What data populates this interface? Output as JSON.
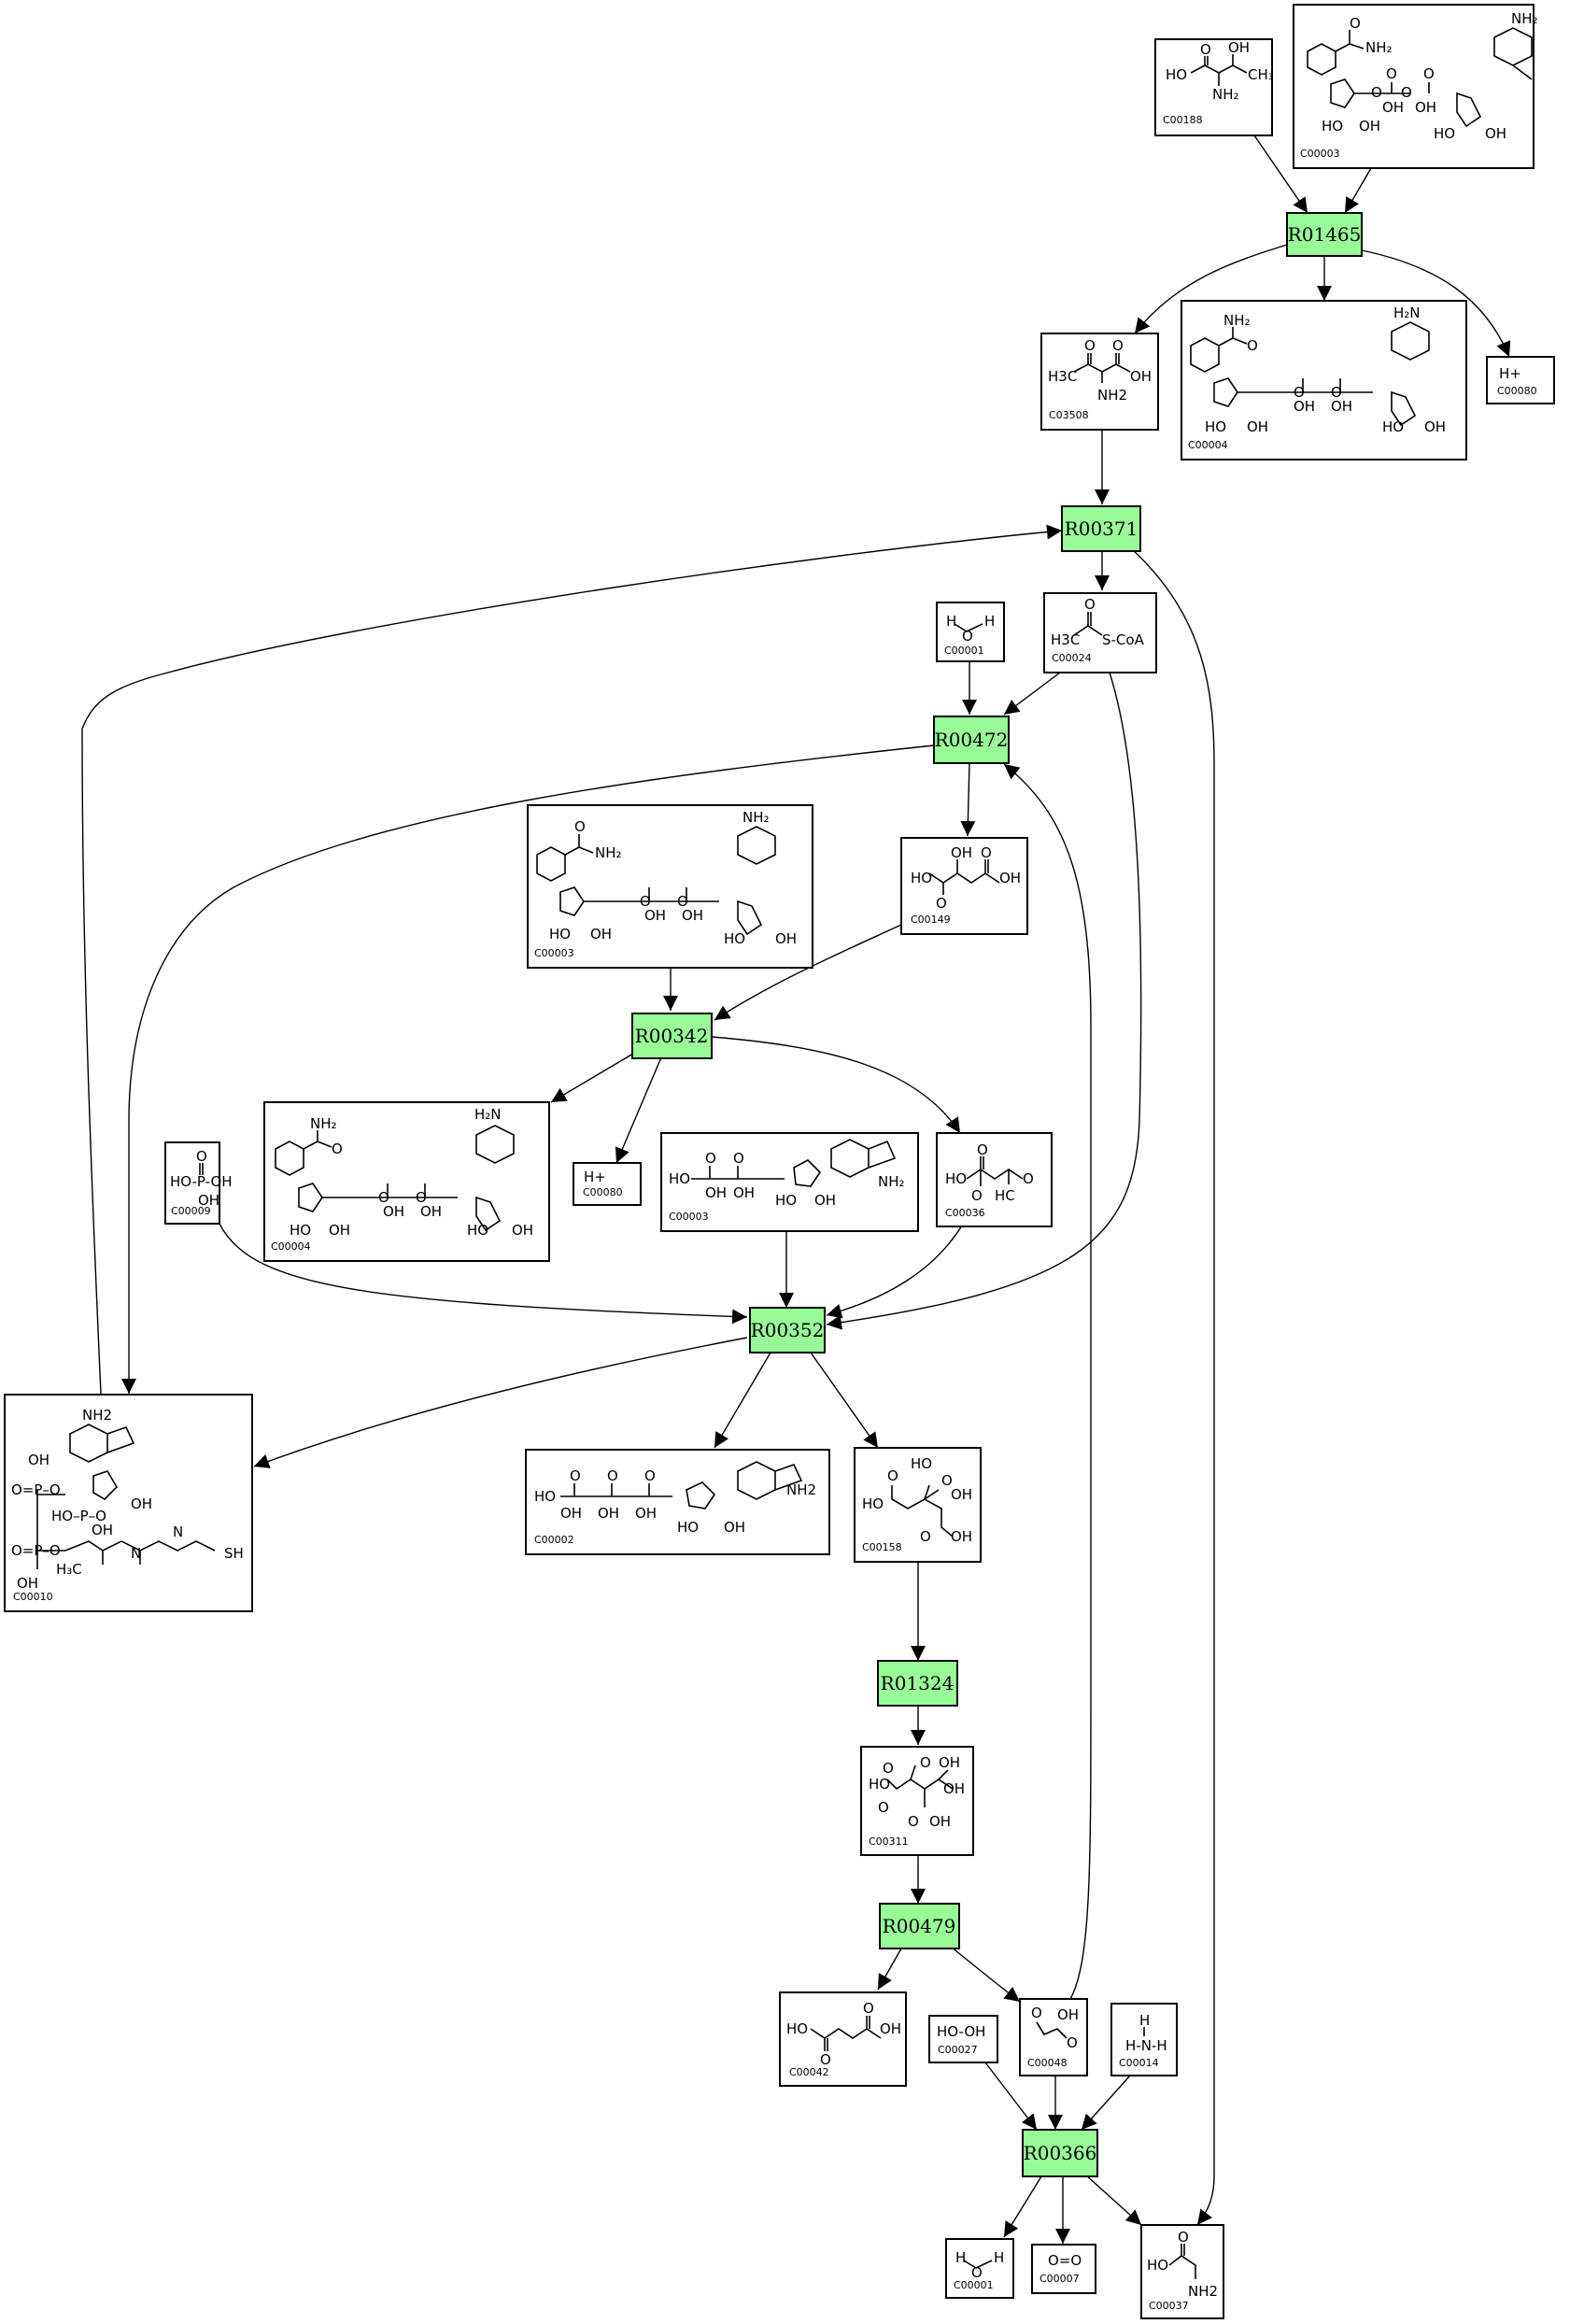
{
  "reactions": [
    {
      "id": "R01465"
    },
    {
      "id": "R00371"
    },
    {
      "id": "R00472"
    },
    {
      "id": "R00342"
    },
    {
      "id": "R00352"
    },
    {
      "id": "R01324"
    },
    {
      "id": "R00479"
    },
    {
      "id": "R00366"
    }
  ],
  "compounds": [
    {
      "label": "C00188",
      "structure": "L-threonine"
    },
    {
      "label": "C00003",
      "structure": "NAD+"
    },
    {
      "label": "C03508",
      "structure": "L-2-amino-3-oxobutanoate",
      "atoms": [
        "H3C",
        "OH",
        "NH2"
      ]
    },
    {
      "label": "C00004",
      "structure": "NADH"
    },
    {
      "label": "C00080",
      "atoms": [
        "H+"
      ]
    },
    {
      "label": "C00001",
      "atoms": [
        "H",
        "O",
        "H"
      ]
    },
    {
      "label": "C00024",
      "atoms": [
        "H3C",
        "S-CoA"
      ]
    },
    {
      "label": "C00003",
      "structure": "NAD+"
    },
    {
      "label": "C00149",
      "structure": "malate",
      "atoms": [
        "OH",
        "HO",
        "OH"
      ]
    },
    {
      "label": "C00004",
      "structure": "NADH"
    },
    {
      "label": "C00080",
      "atoms": [
        "H+"
      ]
    },
    {
      "label": "C00009",
      "atoms": [
        "HO-P-OH",
        "OH"
      ]
    },
    {
      "label": "C00003",
      "structure": "ADP-like"
    },
    {
      "label": "C00036",
      "structure": "oxaloacetate",
      "atoms": [
        "HO",
        "HC"
      ]
    },
    {
      "label": "C00010",
      "structure": "CoA",
      "atoms": [
        "NH2",
        "OH",
        "SH"
      ]
    },
    {
      "label": "C00002",
      "structure": "ATP",
      "atoms": [
        "NH2"
      ]
    },
    {
      "label": "C00158",
      "structure": "citrate",
      "atoms": [
        "HO",
        "OH"
      ]
    },
    {
      "label": "C00311",
      "structure": "isocitrate",
      "atoms": [
        "HO",
        "OH"
      ]
    },
    {
      "label": "C00042",
      "structure": "succinate",
      "atoms": [
        "HO",
        "OH"
      ]
    },
    {
      "label": "C00027",
      "atoms": [
        "HO-OH"
      ]
    },
    {
      "label": "C00048",
      "structure": "glyoxylate",
      "atoms": [
        "OH"
      ]
    },
    {
      "label": "C00014",
      "atoms": [
        "H",
        "H-N-H"
      ]
    },
    {
      "label": "C00001",
      "atoms": [
        "H",
        "O",
        "H"
      ]
    },
    {
      "label": "C00007",
      "atoms": [
        "O=O"
      ]
    },
    {
      "label": "C00037",
      "structure": "glycine",
      "atoms": [
        "HO",
        "NH2"
      ]
    }
  ],
  "edges": [
    [
      "C00188",
      "R01465"
    ],
    [
      "C00003a",
      "R01465"
    ],
    [
      "R01465",
      "C03508"
    ],
    [
      "R01465",
      "C00004a"
    ],
    [
      "R01465",
      "C00080a"
    ],
    [
      "C03508",
      "R00371"
    ],
    [
      "R00371",
      "C00024"
    ],
    [
      "R00371",
      "C00037"
    ],
    [
      "C00010",
      "R00371"
    ],
    [
      "C00001a",
      "R00472"
    ],
    [
      "C00024",
      "R00472"
    ],
    [
      "R00472",
      "C00149"
    ],
    [
      "R00472",
      "C00010"
    ],
    [
      "C00003b",
      "R00342"
    ],
    [
      "C00149",
      "R00342"
    ],
    [
      "R00342",
      "C00004b"
    ],
    [
      "R00342",
      "C00080b"
    ],
    [
      "R00342",
      "C00036"
    ],
    [
      "C00009",
      "R00352"
    ],
    [
      "C00003c",
      "R00352"
    ],
    [
      "C00036",
      "R00352"
    ],
    [
      "C00024",
      "R00352"
    ],
    [
      "R00352",
      "C00010"
    ],
    [
      "R00352",
      "C00002"
    ],
    [
      "R00352",
      "C00158"
    ],
    [
      "C00158",
      "R01324"
    ],
    [
      "R01324",
      "C00311"
    ],
    [
      "C00311",
      "R00479"
    ],
    [
      "R00479",
      "C00042"
    ],
    [
      "R00479",
      "C00048"
    ],
    [
      "C00048",
      "R00472"
    ],
    [
      "C00027",
      "R00366"
    ],
    [
      "C00048",
      "R00366"
    ],
    [
      "C00014",
      "R00366"
    ],
    [
      "R00366",
      "C00001b"
    ],
    [
      "R00366",
      "C00007"
    ],
    [
      "R00366",
      "C00037"
    ]
  ]
}
